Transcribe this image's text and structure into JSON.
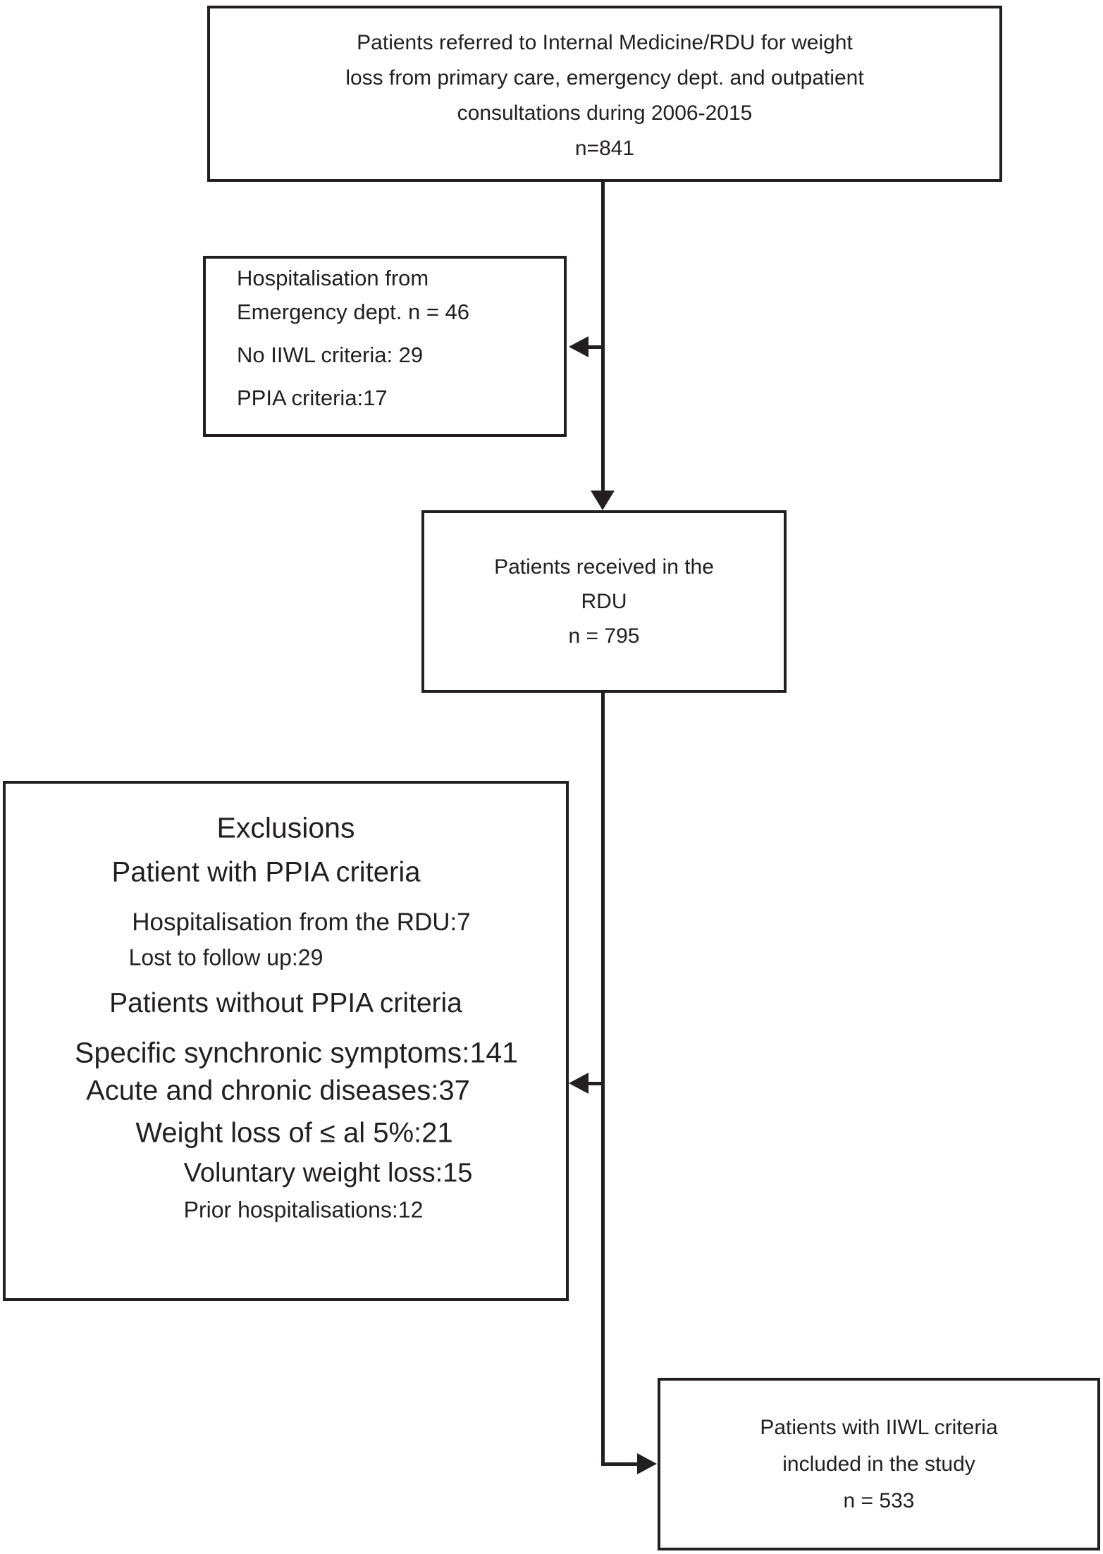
{
  "colors": {
    "ink": "#231f20",
    "background": "#ffffff"
  },
  "boxes": {
    "referred": {
      "lines": [
        "Patients referred to Internal Medicine/RDU for weight",
        "loss from primary care, emergency dept. and outpatient",
        "consultations during 2006-2015",
        "n=841"
      ]
    },
    "hospitalisation": {
      "lines": [
        "Hospitalisation from",
        "Emergency dept. n = 46",
        "No IIWL criteria: 29",
        "PPIA criteria:17"
      ]
    },
    "rdu": {
      "lines": [
        "Patients received in the",
        "RDU",
        "n = 795"
      ]
    },
    "exclusions": {
      "lines": [
        "Exclusions",
        "Patient with PPIA criteria",
        "Hospitalisation from the RDU:7",
        "Lost to follow up:29",
        "Patients without PPIA criteria",
        "Specific synchronic symptoms:141",
        "Acute and chronic diseases:37",
        "Weight loss of ≤ al 5%:21",
        "Voluntary weight loss:15",
        "Prior hospitalisations:12"
      ]
    },
    "included": {
      "lines": [
        "Patients with IIWL criteria",
        "included in the study",
        "n = 533"
      ]
    }
  }
}
